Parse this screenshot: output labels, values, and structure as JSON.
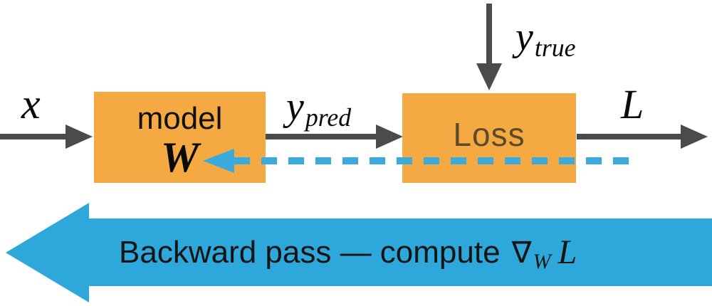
{
  "colors": {
    "box_orange": "#F5A942",
    "arrow_gray": "#4B4B4B",
    "backward_blue": "#2EA7DB",
    "dashed_blue": "#3BAADC",
    "loss_text_brown": "#5C4B28",
    "text_black": "#161616"
  },
  "forward": {
    "input_label": "x",
    "model_box": {
      "title": "model",
      "weights": "W"
    },
    "pred_label": {
      "base": "y",
      "sub": "pred"
    },
    "loss_box": {
      "label": "Loss"
    },
    "true_label": {
      "base": "y",
      "sub": "true"
    },
    "output_label": "L"
  },
  "backward": {
    "text": "Backward pass — compute",
    "nabla": "∇",
    "nabla_sub": "W",
    "nabla_arg": "L"
  }
}
